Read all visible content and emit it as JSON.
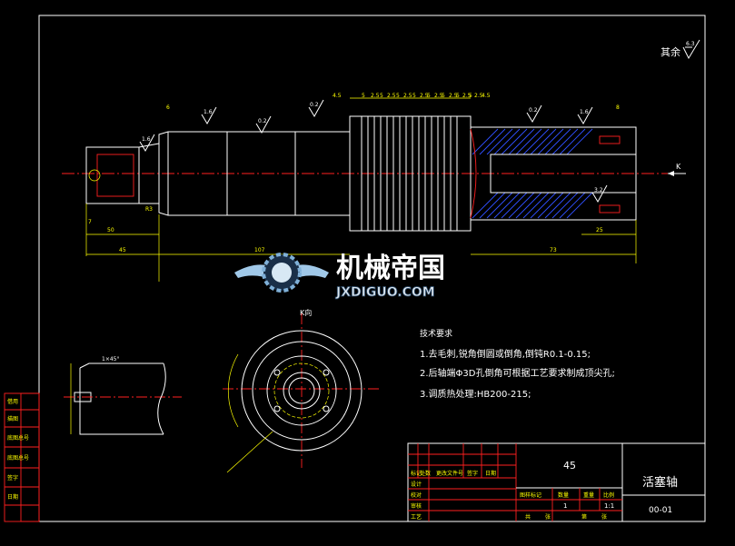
{
  "roughness_note": "其余",
  "roughness_rest_value": "6.3",
  "roughness_values": [
    "1.6",
    "0.2",
    "0.2",
    "1.6",
    "1.6",
    "3.2",
    "0.2"
  ],
  "top_dims": [
    "4.5",
    "5",
    "2.5",
    "5",
    "2.5",
    "5",
    "2.5",
    "5",
    "2.5",
    "5",
    "2.5",
    "5",
    "2.5",
    "5",
    "2.5",
    "5",
    "2.5",
    "4.5"
  ],
  "dims": {
    "left_len": "45",
    "left_small": "7",
    "left_mid": "50",
    "left_total": "107",
    "right_len": "73",
    "right_small": "25",
    "right_top": "8",
    "left_top": "6",
    "left_chamfer": "R3"
  },
  "view_label": "K向",
  "k_arrow_label": "K",
  "detail_chamfer": "1×45°",
  "tech_req": {
    "title": "技术要求",
    "items": [
      "1.去毛刺,锐角倒圆或倒角,倒钝R0.1-0.15;",
      "2.后轴端Φ3D孔倒角可根据工艺要求制成顶尖孔;",
      "3.调质热处理:HB200-215;"
    ]
  },
  "title_block": {
    "material": "45",
    "part_name": "活塞轴",
    "drawing_no": "00-01",
    "header_cols": [
      "标记",
      "处数",
      "更改文件号",
      "签字",
      "日期"
    ],
    "stage_label": "图样标记",
    "qty_label": "数量",
    "weight_label": "重量",
    "scale_label": "比例",
    "qty": "1",
    "scale": "1:1",
    "rows": [
      "设计",
      "校对",
      "审核",
      "工艺"
    ],
    "bottom_cols": [
      "共",
      "张",
      "第",
      "张"
    ]
  },
  "side_panel": [
    "借用",
    "描图",
    "底图总号",
    "底图总号",
    "签字",
    "日期"
  ],
  "watermark": {
    "cn": "机械帝国",
    "en": "JXDIGUO.COM"
  }
}
